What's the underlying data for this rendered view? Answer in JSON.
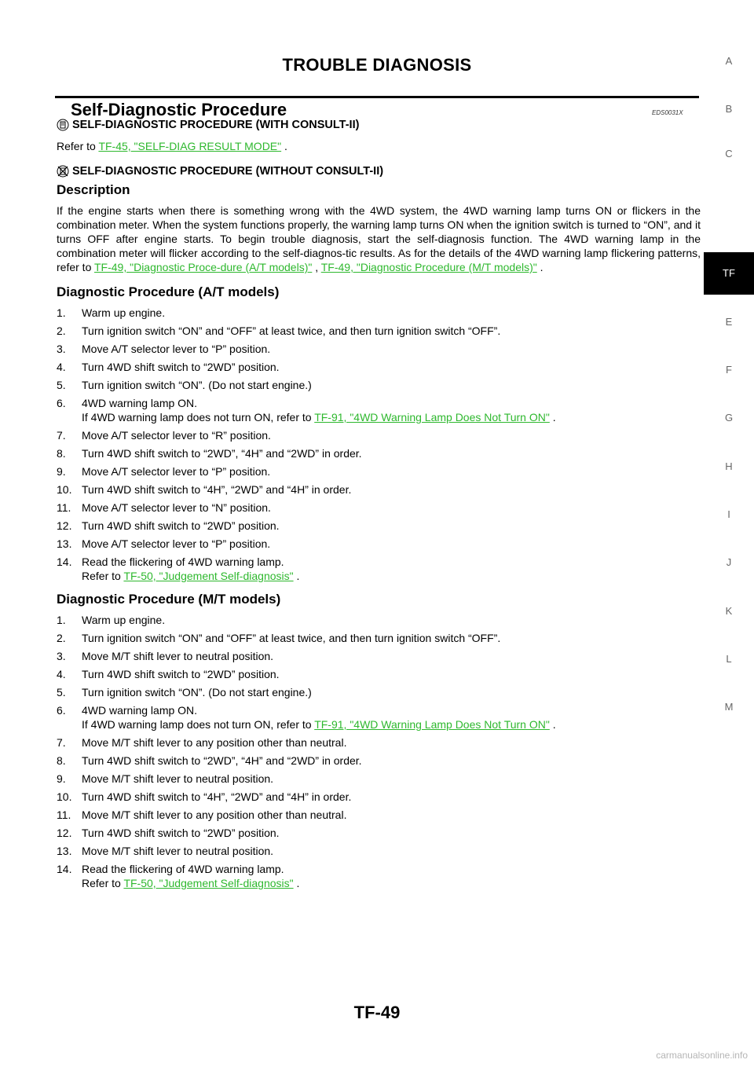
{
  "header": {
    "title": "TROUBLE DIAGNOSIS"
  },
  "section": {
    "title": "Self-Diagnostic Procedure",
    "code": "EDS0031X"
  },
  "side_index": {
    "letters": [
      "A",
      "B",
      "C",
      "E",
      "F",
      "G",
      "H",
      "I",
      "J",
      "K",
      "L",
      "M"
    ],
    "active": "TF"
  },
  "consult": {
    "heading": "SELF-DIAGNOSTIC PROCEDURE (WITH CONSULT-II)",
    "refer_prefix": "Refer to ",
    "refer_link": "TF-45, \"SELF-DIAG RESULT MODE\"",
    "refer_suffix": " ."
  },
  "no_consult": {
    "heading": "SELF-DIAGNOSTIC PROCEDURE (WITHOUT CONSULT-II)",
    "description_title": "Description",
    "description_text": "If the engine starts when there is something wrong with the 4WD system, the 4WD warning lamp turns ON or flickers in the combination meter. When the system functions properly, the warning lamp turns ON when the ignition switch is turned to “ON”, and it turns OFF after engine starts. To begin trouble diagnosis, start the self-diagnosis function. The 4WD warning lamp in the combination meter will flicker according to the self-diagnos-tic results. As for the details of the 4WD warning lamp flickering patterns, refer to ",
    "description_link1": "TF-49, \"Diagnostic Proce-dure (A/T models)\"",
    "description_sep": " , ",
    "description_link2": "TF-49, \"Diagnostic Procedure (M/T models)\"",
    "description_end": " ."
  },
  "at_procedure": {
    "title": "Diagnostic Procedure (A/T models)",
    "steps": [
      {
        "num": "1.",
        "text": "Warm up engine."
      },
      {
        "num": "2.",
        "text": "Turn ignition switch “ON” and “OFF” at least twice, and then turn ignition switch “OFF”."
      },
      {
        "num": "3.",
        "text": "Move A/T selector lever to “P” position."
      },
      {
        "num": "4.",
        "text": "Turn 4WD shift switch to “2WD” position."
      },
      {
        "num": "5.",
        "text": "Turn ignition switch “ON”. (Do not start engine.)"
      },
      {
        "num": "6.",
        "text": "4WD warning lamp ON.",
        "sub_prefix": "If 4WD warning lamp does not turn ON, refer to ",
        "sub_link": "TF-91, \"4WD Warning Lamp Does Not Turn ON\"",
        "sub_suffix": " ."
      },
      {
        "num": "7.",
        "text": "Move A/T selector lever to “R” position."
      },
      {
        "num": "8.",
        "text": "Turn 4WD shift switch to “2WD”, “4H” and “2WD” in order."
      },
      {
        "num": "9.",
        "text": "Move A/T selector lever to “P” position."
      },
      {
        "num": "10.",
        "text": "Turn 4WD shift switch to “4H”, “2WD” and “4H” in order."
      },
      {
        "num": "11.",
        "text": "Move A/T selector lever to “N” position."
      },
      {
        "num": "12.",
        "text": "Turn 4WD shift switch to “2WD” position."
      },
      {
        "num": "13.",
        "text": "Move A/T selector lever to “P” position."
      },
      {
        "num": "14.",
        "text": "Read the flickering of 4WD warning lamp.",
        "sub_prefix": "Refer to ",
        "sub_link": "TF-50, \"Judgement Self-diagnosis\"",
        "sub_suffix": " ."
      }
    ]
  },
  "mt_procedure": {
    "title": "Diagnostic Procedure (M/T models)",
    "steps": [
      {
        "num": "1.",
        "text": "Warm up engine."
      },
      {
        "num": "2.",
        "text": "Turn ignition switch “ON” and “OFF” at least twice, and then turn ignition switch “OFF”."
      },
      {
        "num": "3.",
        "text": "Move M/T shift lever to neutral position."
      },
      {
        "num": "4.",
        "text": "Turn 4WD shift switch to “2WD” position."
      },
      {
        "num": "5.",
        "text": "Turn ignition switch “ON”. (Do not start engine.)"
      },
      {
        "num": "6.",
        "text": "4WD warning lamp ON.",
        "sub_prefix": "If 4WD warning lamp does not turn ON, refer to ",
        "sub_link": "TF-91, \"4WD Warning Lamp Does Not Turn ON\"",
        "sub_suffix": " ."
      },
      {
        "num": "7.",
        "text": "Move M/T shift lever to any position other than neutral."
      },
      {
        "num": "8.",
        "text": "Turn 4WD shift switch to “2WD”, “4H” and “2WD” in order."
      },
      {
        "num": "9.",
        "text": "Move M/T shift lever to neutral position."
      },
      {
        "num": "10.",
        "text": "Turn 4WD shift switch to “4H”, “2WD” and “4H” in order."
      },
      {
        "num": "11.",
        "text": "Move M/T shift lever to any position other than neutral."
      },
      {
        "num": "12.",
        "text": "Turn 4WD shift switch to “2WD” position."
      },
      {
        "num": "13.",
        "text": "Move M/T shift lever to neutral position."
      },
      {
        "num": "14.",
        "text": "Read the flickering of 4WD warning lamp.",
        "sub_prefix": "Refer to ",
        "sub_link": "TF-50, \"Judgement Self-diagnosis\"",
        "sub_suffix": " ."
      }
    ]
  },
  "footer": {
    "page_number": "TF-49",
    "watermark": "carmanualsonline.info"
  },
  "colors": {
    "link": "#2eb82e",
    "tab_bg": "#000000",
    "index_letter": "#666666"
  }
}
